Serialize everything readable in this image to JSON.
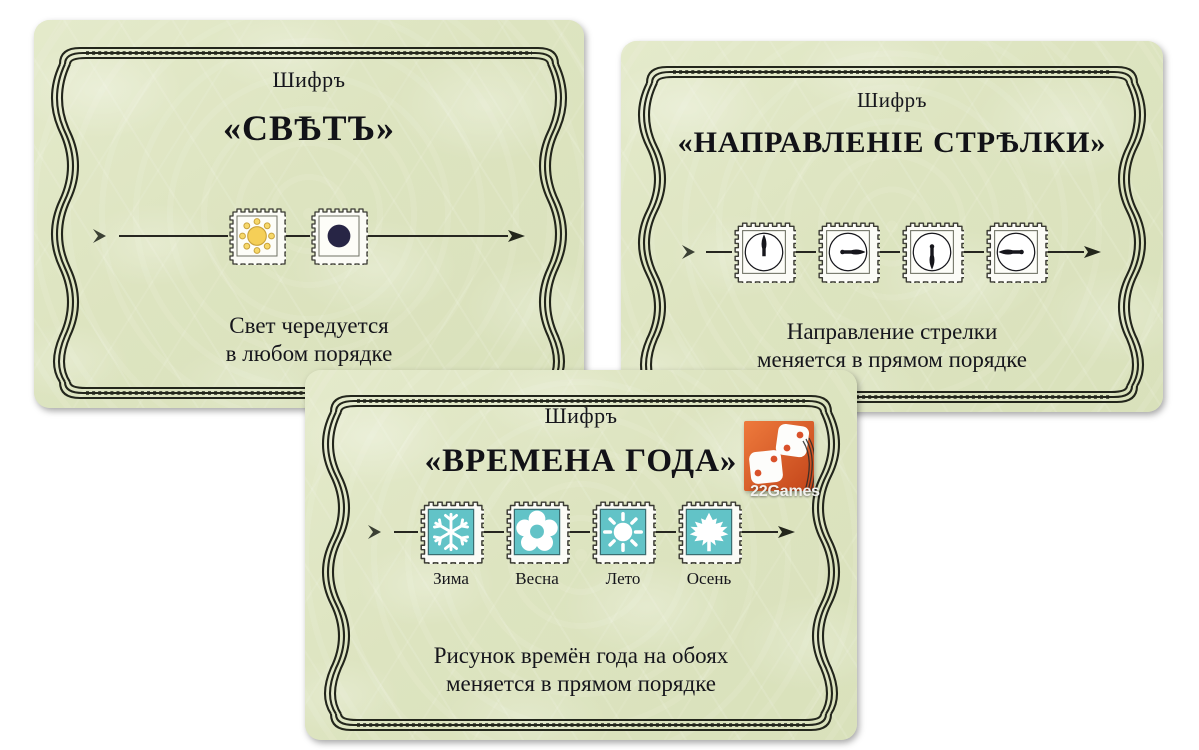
{
  "page": {
    "background": "#ffffff",
    "card_bg": "#dfe6c5",
    "ink": "#16161c"
  },
  "cards": [
    {
      "id": "card-svet",
      "kicker": "Шифръ",
      "title": "«СВѢТЪ»",
      "caption_lines": [
        "Свет чередуется",
        "в любом порядке"
      ],
      "sequence": {
        "arrow_start": "arrow-tail",
        "arrow_end": "arrow-head",
        "items": [
          {
            "icon": "sun-icon",
            "label": "",
            "stamp_bg": "#fbfbf6",
            "icon_color": "#f5cf57"
          },
          {
            "icon": "moon-dark-circle-icon",
            "label": "",
            "stamp_bg": "#fbfbf6",
            "icon_color": "#272545"
          }
        ]
      }
    },
    {
      "id": "card-strelka",
      "kicker": "Шифръ",
      "title": "«НАПРАВЛЕНІЕ СТРѢЛКИ»",
      "caption_lines": [
        "Направление стрелки",
        "меняется в прямом порядке"
      ],
      "sequence": {
        "arrow_start": "arrow-tail",
        "arrow_end": "arrow-head",
        "items": [
          {
            "icon": "clock-needle-up-icon",
            "label": "",
            "stamp_bg": "#fbfbf6",
            "icon_color": "#16161c"
          },
          {
            "icon": "clock-needle-right-icon",
            "label": "",
            "stamp_bg": "#fbfbf6",
            "icon_color": "#16161c"
          },
          {
            "icon": "clock-needle-down-icon",
            "label": "",
            "stamp_bg": "#fbfbf6",
            "icon_color": "#16161c"
          },
          {
            "icon": "clock-needle-left-icon",
            "label": "",
            "stamp_bg": "#fbfbf6",
            "icon_color": "#16161c"
          }
        ]
      }
    },
    {
      "id": "card-vremena-goda",
      "kicker": "Шифръ",
      "title": "«ВРЕМЕНА ГОДА»",
      "caption_lines": [
        "Рисунок времён года на обоях",
        "меняется в прямом порядке"
      ],
      "sequence": {
        "arrow_start": "arrow-tail",
        "arrow_end": "arrow-head",
        "items": [
          {
            "icon": "snowflake-icon",
            "label": "Зима",
            "stamp_bg": "#62c3c7",
            "icon_color": "#ffffff"
          },
          {
            "icon": "flower-icon",
            "label": "Весна",
            "stamp_bg": "#62c3c7",
            "icon_color": "#ffffff"
          },
          {
            "icon": "sun-icon",
            "label": "Лето",
            "stamp_bg": "#62c3c7",
            "icon_color": "#ffffff"
          },
          {
            "icon": "maple-leaf-icon",
            "label": "Осень",
            "stamp_bg": "#62c3c7",
            "icon_color": "#ffffff"
          }
        ]
      }
    }
  ],
  "logo": {
    "name": "22games-logo",
    "text": "22Games",
    "square_color": "#dc5421",
    "dice_color": "#fdfdfb",
    "pip_color": "#d9512a"
  }
}
